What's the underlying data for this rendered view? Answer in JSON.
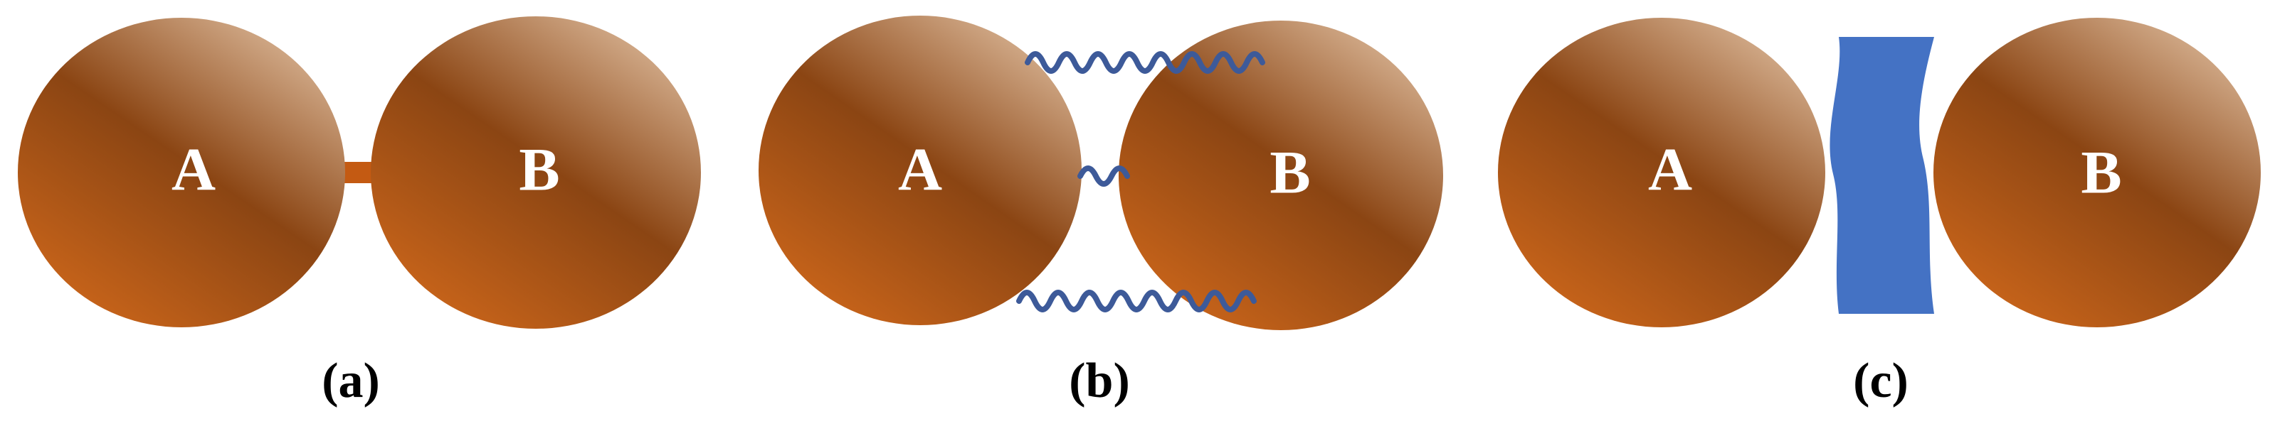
{
  "colors": {
    "sphere_light": "#d8b494",
    "sphere_mid": "#8b4513",
    "sphere_dark": "#c8641a",
    "bond": "#c45a12",
    "wave": "#3d5a99",
    "blob": "#4472c4",
    "caption": "#000000",
    "sphere_text": "#ffffff"
  },
  "panels": [
    {
      "caption": "(a)",
      "left_label": "A",
      "right_label": "B",
      "connector": "rigid-bond"
    },
    {
      "caption": "(b)",
      "left_label": "A",
      "right_label": "B",
      "connector": "wavy-springs"
    },
    {
      "caption": "(c)",
      "left_label": "A",
      "right_label": "B",
      "connector": "fluid-bridge"
    }
  ]
}
